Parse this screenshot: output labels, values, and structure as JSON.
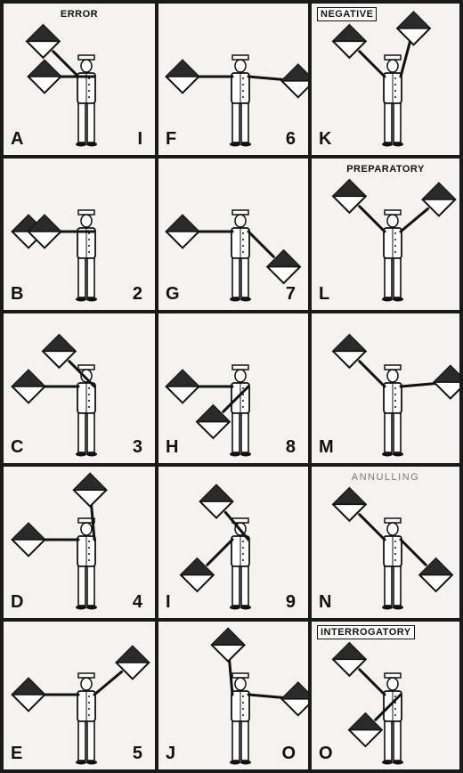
{
  "cells": [
    {
      "letter": "A",
      "digit": "I",
      "caption": "ERROR",
      "capstyle": "plain",
      "left": [
        225,
        -70
      ],
      "right": [
        180,
        -55
      ]
    },
    {
      "letter": "F",
      "digit": "6",
      "caption": "",
      "capstyle": "",
      "left": [
        180,
        -35
      ],
      "right": [
        5,
        -10
      ]
    },
    {
      "letter": "K",
      "digit": "",
      "caption": "NEGATIVE",
      "capstyle": "boxed",
      "left": [
        225,
        -55
      ],
      "right": [
        -75,
        -62
      ]
    },
    {
      "letter": "B",
      "digit": "2",
      "caption": "",
      "capstyle": "",
      "left": [
        180,
        -70
      ],
      "right": [
        180,
        -35
      ]
    },
    {
      "letter": "G",
      "digit": "7",
      "caption": "",
      "capstyle": "",
      "left": [
        180,
        -35
      ],
      "right": [
        45,
        -50
      ]
    },
    {
      "letter": "L",
      "digit": "",
      "caption": "PREPARATORY",
      "capstyle": "plain",
      "left": [
        225,
        -55
      ],
      "right": [
        -40,
        -70
      ]
    },
    {
      "letter": "C",
      "digit": "3",
      "caption": "",
      "capstyle": "",
      "left": [
        180,
        -35
      ],
      "right": [
        -135,
        -75
      ]
    },
    {
      "letter": "H",
      "digit": "8",
      "caption": "",
      "capstyle": "",
      "left": [
        180,
        -75
      ],
      "right": [
        135,
        -55
      ]
    },
    {
      "letter": "M",
      "digit": "",
      "caption": "",
      "capstyle": "",
      "left": [
        225,
        -60
      ],
      "right": [
        -5,
        -65
      ]
    },
    {
      "letter": "D",
      "digit": "4",
      "caption": "",
      "capstyle": "",
      "left": [
        180,
        -35
      ],
      "right": [
        -95,
        -65
      ]
    },
    {
      "letter": "I",
      "digit": "9",
      "caption": "",
      "capstyle": "",
      "left": [
        135,
        -60
      ],
      "right": [
        -130,
        -72
      ]
    },
    {
      "letter": "N",
      "digit": "",
      "caption": "ANNULLING",
      "capstyle": "grey",
      "left": [
        225,
        -55
      ],
      "right": [
        45,
        -55
      ]
    },
    {
      "letter": "E",
      "digit": "5",
      "caption": "",
      "capstyle": "",
      "left": [
        180,
        -35
      ],
      "right": [
        -40,
        -70
      ]
    },
    {
      "letter": "J",
      "digit": "O",
      "caption": "",
      "capstyle": "",
      "left": [
        -95,
        -65
      ],
      "right": [
        5,
        -65
      ]
    },
    {
      "letter": "O",
      "digit": "",
      "caption": "INTERROGATORY",
      "capstyle": "boxed",
      "left": [
        -135,
        -72
      ],
      "right": [
        135,
        -55
      ]
    }
  ]
}
